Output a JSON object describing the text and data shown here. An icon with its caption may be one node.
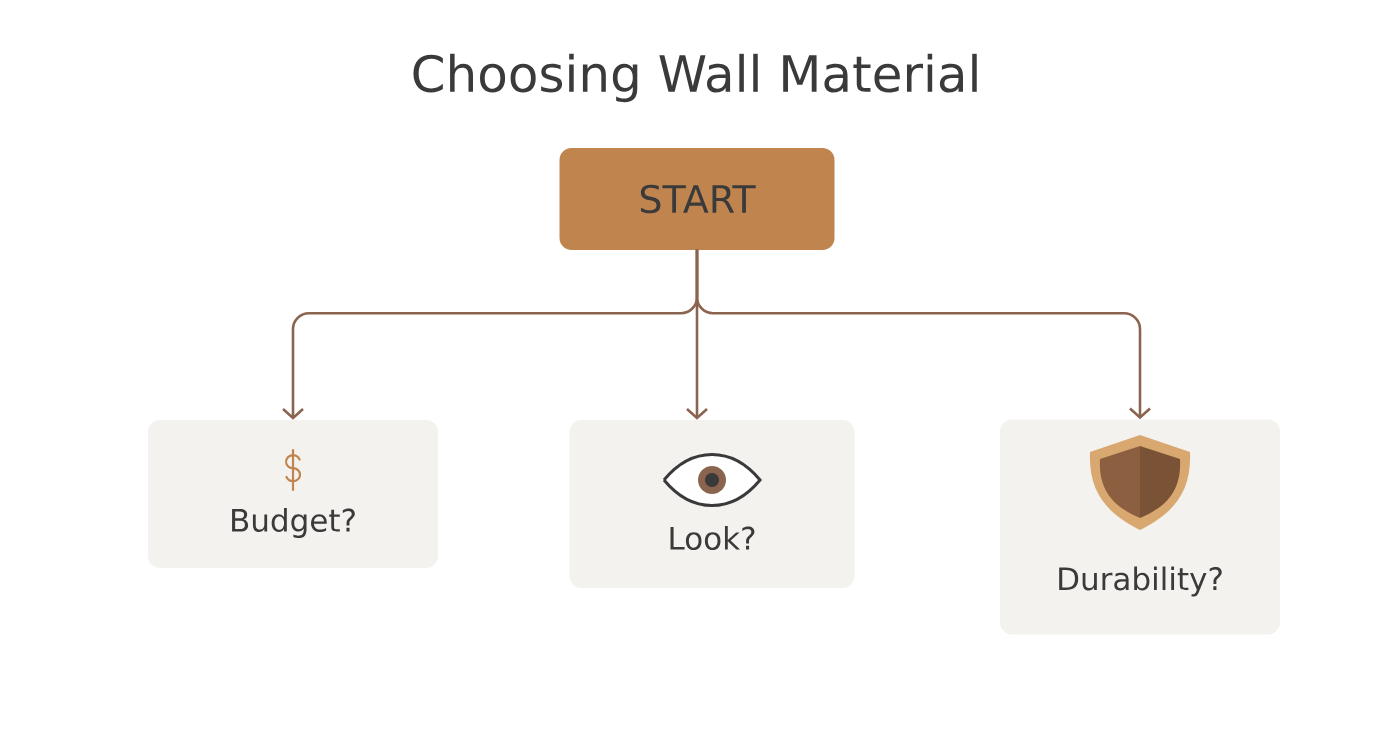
{
  "diagram": {
    "title": "Choosing Wall Material",
    "nodes": [
      {
        "text": [
          "START"
        ]
      },
      {
        "text": [
          "Budget?"
        ]
      },
      {
        "text": [
          "Look?"
        ]
      },
      {
        "text": [
          "Durability?"
        ]
      }
    ],
    "edges": [
      {
        "from": 0,
        "to": 1,
        "arrow": "to"
      },
      {
        "from": 0,
        "to": 2,
        "arrow": "to"
      },
      {
        "from": 0,
        "to": 3,
        "arrow": "to"
      }
    ]
  }
}
